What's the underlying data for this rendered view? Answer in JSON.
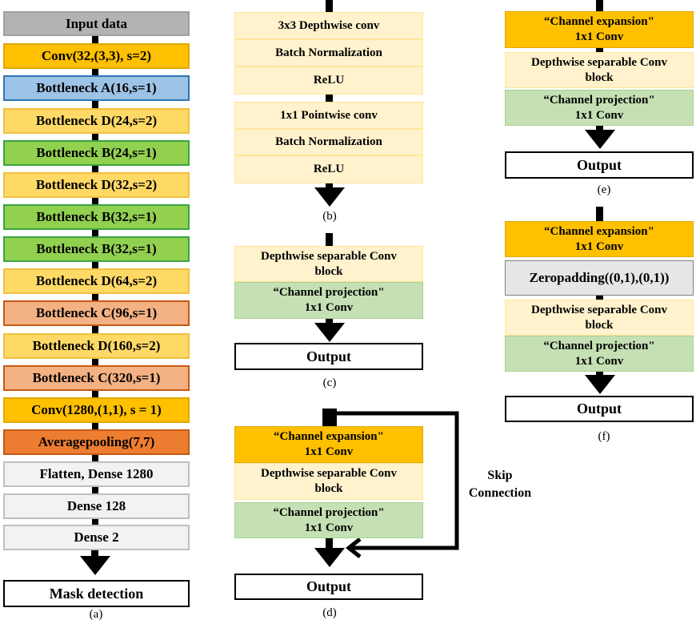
{
  "colors": {
    "input_gray": "#b3b3b3",
    "conv_orange": "#ffc000",
    "bottleneck_a_blue": "#9dc3e6",
    "bottleneck_d_yellow": "#ffd966",
    "bottleneck_b_green": "#92d050",
    "bottleneck_c_salmon": "#f4b183",
    "avgpool_orange": "#ed7d31",
    "dense_light": "#f2f2f2",
    "cream": "#fff2cc",
    "light_green": "#c5e0b4",
    "zeropad_gray": "#e7e6e6"
  },
  "panel_a": {
    "layers": [
      "Input data",
      "Conv(32,(3,3), s=2)",
      "Bottleneck A(16,s=1)",
      "Bottleneck D(24,s=2)",
      "Bottleneck B(24,s=1)",
      "Bottleneck D(32,s=2)",
      "Bottleneck B(32,s=1)",
      "Bottleneck B(32,s=1)",
      "Bottleneck D(64,s=2)",
      "Bottleneck C(96,s=1)",
      "Bottleneck D(160,s=2)",
      "Bottleneck C(320,s=1)",
      "Conv(1280,(1,1), s = 1)",
      "Averagepooling(7,7)",
      "Flatten, Dense 1280",
      "Dense 128",
      "Dense 2"
    ],
    "output": "Mask detection",
    "caption": "(a)"
  },
  "panel_b": {
    "layers": [
      "3x3 Depthwise conv",
      "Batch Normalization",
      "ReLU",
      "1x1 Pointwise conv",
      "Batch Normalization",
      "ReLU"
    ],
    "caption": "(b)"
  },
  "panel_c": {
    "block": "Depthwise separable Conv block",
    "projection_line1": "“Channel projection\"",
    "projection_line2": "1x1 Conv",
    "output": "Output",
    "caption": "(c)"
  },
  "panel_d": {
    "expansion_line1": "“Channel expansion\"",
    "expansion_line2": "1x1 Conv",
    "block": "Depthwise separable Conv block",
    "projection_line1": "“Channel projection\"",
    "projection_line2": "1x1 Conv",
    "output": "Output",
    "skip_line1": "Skip",
    "skip_line2": "Connection",
    "caption": "(d)"
  },
  "panel_e": {
    "expansion_line1": "“Channel expansion\"",
    "expansion_line2": "1x1 Conv",
    "block": "Depthwise separable Conv block",
    "projection_line1": "“Channel projection\"",
    "projection_line2": "1x1 Conv",
    "output": "Output",
    "caption": "(e)"
  },
  "panel_f": {
    "expansion_line1": "“Channel expansion\"",
    "expansion_line2": "1x1 Conv",
    "zeropad": "Zeropadding((0,1),(0,1))",
    "block": "Depthwise separable Conv block",
    "projection_line1": "“Channel projection\"",
    "projection_line2": "1x1 Conv",
    "output": "Output",
    "caption": "(f)"
  }
}
